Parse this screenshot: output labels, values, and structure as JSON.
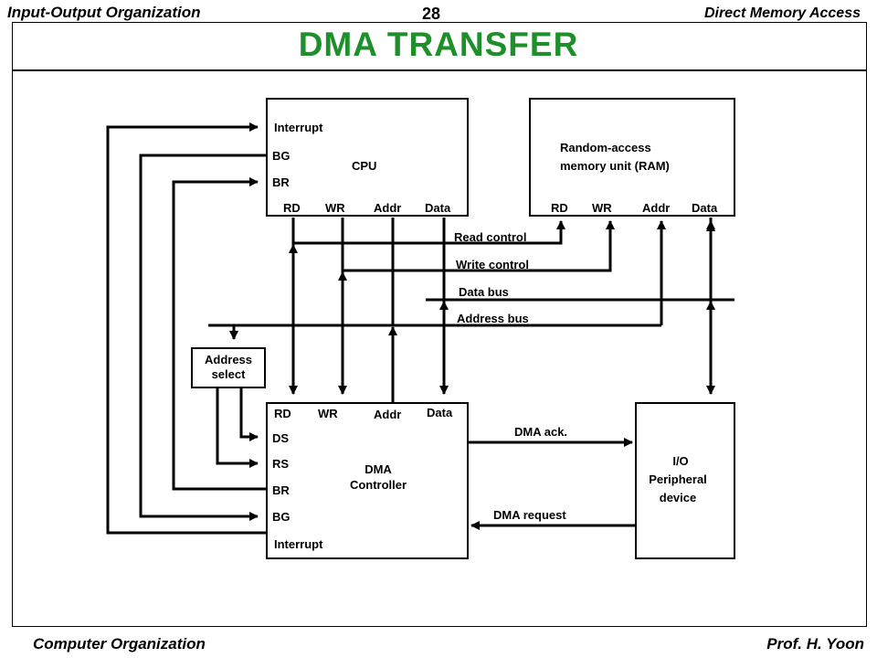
{
  "header": {
    "left": "Input-Output Organization",
    "page_number": "28",
    "right": "Direct Memory Access"
  },
  "title": "DMA  TRANSFER",
  "footer": {
    "left": "Computer Organization",
    "right": "Prof.  H. Yoon"
  },
  "cpu": {
    "name": "CPU",
    "interrupt": "Interrupt",
    "bg": "BG",
    "br": "BR",
    "rd": "RD",
    "wr": "WR",
    "addr": "Addr",
    "data": "Data"
  },
  "ram": {
    "line1": "Random-access",
    "line2": "memory unit (RAM)",
    "rd": "RD",
    "wr": "WR",
    "addr": "Addr",
    "data": "Data"
  },
  "buses": {
    "read_control": "Read control",
    "write_control": "Write control",
    "data_bus": "Data bus",
    "address_bus": "Address bus"
  },
  "address_select": {
    "line1": "Address",
    "line2": "select"
  },
  "dma": {
    "rd": "RD",
    "wr": "WR",
    "addr": "Addr",
    "data": "Data",
    "ds": "DS",
    "rs": "RS",
    "br": "BR",
    "bg": "BG",
    "interrupt": "Interrupt",
    "line1": "DMA",
    "line2": "Controller"
  },
  "io": {
    "line1": "I/O",
    "line2": "Peripheral",
    "line3": "device"
  },
  "signals": {
    "dma_ack": "DMA ack.",
    "dma_request": "DMA request"
  },
  "colors": {
    "title": "#1e8f2a",
    "lines": "#000000"
  }
}
